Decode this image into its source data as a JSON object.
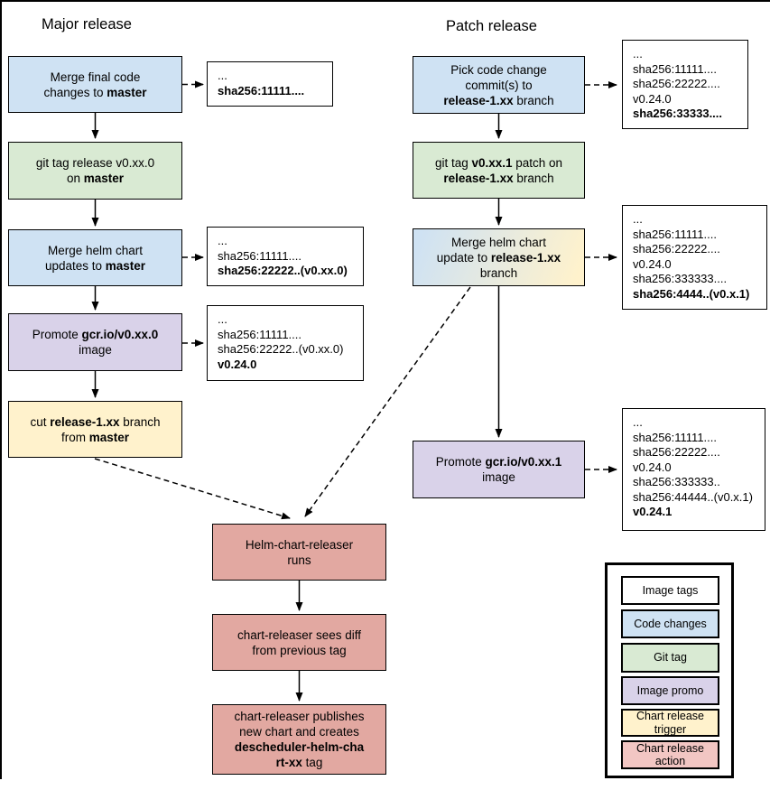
{
  "colors": {
    "code": "#cfe2f3",
    "git_tag": "#d9ead3",
    "image_promo": "#d9d2e9",
    "trigger": "#fff2cc",
    "action": "#e2a8a1",
    "legend_action": "#f2c6c3",
    "tags_bg": "#ffffff",
    "line": "#000000"
  },
  "major": {
    "title": "Major release",
    "steps": [
      {
        "lines": [
          [
            {
              "t": "Merge final code"
            }
          ],
          [
            {
              "t": "changes to "
            },
            {
              "t": "master",
              "b": true
            }
          ]
        ]
      },
      {
        "lines": [
          [
            {
              "t": "git tag release v0.xx.0"
            }
          ],
          [
            {
              "t": "on "
            },
            {
              "t": "master",
              "b": true
            }
          ]
        ]
      },
      {
        "lines": [
          [
            {
              "t": "Merge helm chart"
            }
          ],
          [
            {
              "t": "updates to "
            },
            {
              "t": "master",
              "b": true
            }
          ]
        ]
      },
      {
        "lines": [
          [
            {
              "t": "Promote "
            },
            {
              "t": "gcr.io/v0.xx.0",
              "b": true
            }
          ],
          [
            {
              "t": "image"
            }
          ]
        ]
      },
      {
        "lines": [
          [
            {
              "t": "cut "
            },
            {
              "t": "release-1.xx",
              "b": true
            },
            {
              "t": " branch"
            }
          ],
          [
            {
              "t": "from "
            },
            {
              "t": "master",
              "b": true
            }
          ]
        ]
      }
    ]
  },
  "patch": {
    "title": "Patch release",
    "steps": [
      {
        "lines": [
          [
            {
              "t": "Pick code change"
            }
          ],
          [
            {
              "t": "commit(s) to"
            }
          ],
          [
            {
              "t": "release-1.xx",
              "b": true
            },
            {
              "t": " branch"
            }
          ]
        ]
      },
      {
        "lines": [
          [
            {
              "t": "git tag "
            },
            {
              "t": "v0.xx.1",
              "b": true
            },
            {
              "t": " patch on"
            }
          ],
          [
            {
              "t": "release-1.xx",
              "b": true
            },
            {
              "t": " branch"
            }
          ]
        ]
      },
      {
        "lines": [
          [
            {
              "t": "Merge helm chart"
            }
          ],
          [
            {
              "t": "update to "
            },
            {
              "t": "release-1.xx",
              "b": true
            }
          ],
          [
            {
              "t": "branch"
            }
          ]
        ]
      },
      {
        "lines": [
          [
            {
              "t": "Promote "
            },
            {
              "t": "gcr.io/v0.xx.1",
              "b": true
            }
          ],
          [
            {
              "t": "image"
            }
          ]
        ]
      }
    ]
  },
  "chart_release": {
    "steps": [
      {
        "lines": [
          [
            {
              "t": "Helm-chart-releaser"
            }
          ],
          [
            {
              "t": "runs"
            }
          ]
        ]
      },
      {
        "lines": [
          [
            {
              "t": "chart-releaser sees diff"
            }
          ],
          [
            {
              "t": "from previous tag"
            }
          ]
        ]
      },
      {
        "lines": [
          [
            {
              "t": "chart-releaser publishes"
            }
          ],
          [
            {
              "t": "new chart and creates"
            }
          ],
          [
            {
              "t": "descheduler-helm-cha",
              "b": true
            }
          ],
          [
            {
              "t": "rt-xx",
              "b": true
            },
            {
              "t": " tag"
            }
          ]
        ]
      }
    ]
  },
  "tag_boxes": {
    "t1": {
      "lines": [
        [
          {
            "t": "..."
          }
        ],
        [
          {
            "t": "sha256:11111....",
            "b": true
          }
        ]
      ]
    },
    "t2": {
      "lines": [
        [
          {
            "t": "..."
          }
        ],
        [
          {
            "t": "sha256:11111...."
          }
        ],
        [
          {
            "t": "sha256:22222..(v0.xx.0)",
            "b": true
          }
        ]
      ]
    },
    "t3": {
      "lines": [
        [
          {
            "t": "..."
          }
        ],
        [
          {
            "t": "sha256:11111...."
          }
        ],
        [
          {
            "t": "sha256:22222..(v0.xx.0)"
          }
        ],
        [
          {
            "t": "v0.24.0",
            "b": true
          }
        ]
      ]
    },
    "t4": {
      "lines": [
        [
          {
            "t": "..."
          }
        ],
        [
          {
            "t": "sha256:11111...."
          }
        ],
        [
          {
            "t": "sha256:22222...."
          }
        ],
        [
          {
            "t": "v0.24.0"
          }
        ],
        [
          {
            "t": "sha256:33333....",
            "b": true
          }
        ]
      ]
    },
    "t5": {
      "lines": [
        [
          {
            "t": "..."
          }
        ],
        [
          {
            "t": "sha256:11111...."
          }
        ],
        [
          {
            "t": "sha256:22222...."
          }
        ],
        [
          {
            "t": "v0.24.0"
          }
        ],
        [
          {
            "t": "sha256:333333...."
          }
        ],
        [
          {
            "t": "sha256:4444..(v0.x.1)",
            "b": true
          }
        ]
      ]
    },
    "t6": {
      "lines": [
        [
          {
            "t": "..."
          }
        ],
        [
          {
            "t": "sha256:11111...."
          }
        ],
        [
          {
            "t": "sha256:22222...."
          }
        ],
        [
          {
            "t": "v0.24.0"
          }
        ],
        [
          {
            "t": "sha256:333333.."
          }
        ],
        [
          {
            "t": "sha256:44444..(v0.x.1)"
          }
        ],
        [
          {
            "t": "v0.24.1",
            "b": true
          }
        ]
      ]
    }
  },
  "legend": {
    "items": [
      {
        "lines": [
          [
            {
              "t": "Image tags"
            }
          ]
        ]
      },
      {
        "lines": [
          [
            {
              "t": "Code changes"
            }
          ]
        ]
      },
      {
        "lines": [
          [
            {
              "t": "Git tag"
            }
          ]
        ]
      },
      {
        "lines": [
          [
            {
              "t": "Image promo"
            }
          ]
        ]
      },
      {
        "lines": [
          [
            {
              "t": "Chart release"
            }
          ],
          [
            {
              "t": "trigger"
            }
          ]
        ]
      },
      {
        "lines": [
          [
            {
              "t": "Chart release"
            }
          ],
          [
            {
              "t": "action"
            }
          ]
        ]
      }
    ]
  }
}
